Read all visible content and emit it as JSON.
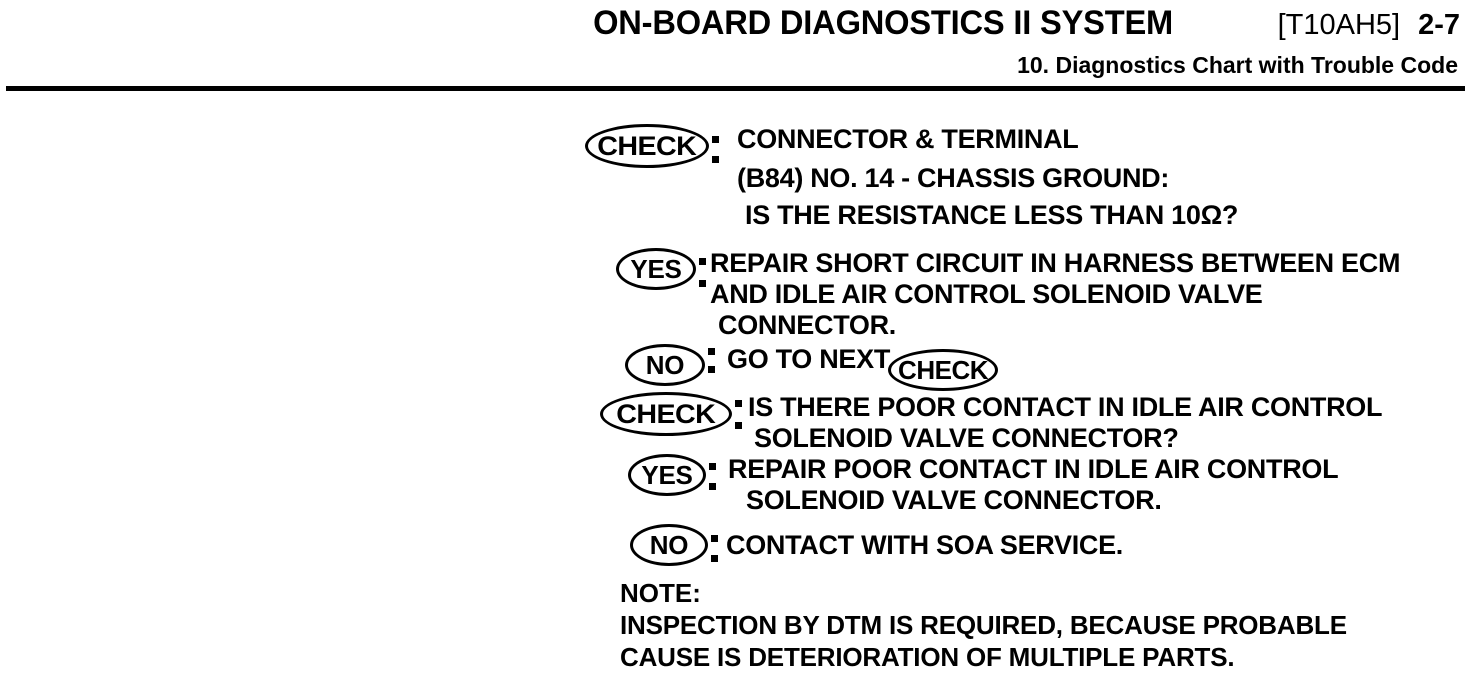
{
  "header": {
    "title": "ON-BOARD DIAGNOSTICS II SYSTEM",
    "code": "[T10AH5]",
    "page": "2-7",
    "subtitle": "10. Diagnostics Chart with Trouble Code",
    "rule_color": "#000000"
  },
  "flow": {
    "steps": [
      {
        "badge": "CHECK",
        "badge_type": "check",
        "lines": [
          "CONNECTOR & TERMINAL",
          "(B84) NO. 14 - CHASSIS GROUND:",
          "IS THE RESISTANCE LESS THAN 10Ω?"
        ]
      },
      {
        "badge": "YES",
        "badge_type": "yesno",
        "lines": [
          "REPAIR SHORT CIRCUIT IN HARNESS BETWEEN ECM",
          "AND IDLE AIR CONTROL SOLENOID VALVE",
          "CONNECTOR."
        ]
      },
      {
        "badge": "NO",
        "badge_type": "yesno",
        "lines": [
          "GO TO NEXT"
        ],
        "inline_badge": "CHECK"
      },
      {
        "badge": "CHECK",
        "badge_type": "check",
        "lines": [
          "IS THERE POOR CONTACT IN IDLE AIR CONTROL",
          "SOLENOID VALVE CONNECTOR?"
        ]
      },
      {
        "badge": "YES",
        "badge_type": "yesno",
        "lines": [
          "REPAIR POOR CONTACT IN IDLE AIR CONTROL",
          "SOLENOID VALVE CONNECTOR."
        ]
      },
      {
        "badge": "NO",
        "badge_type": "yesno",
        "lines": [
          "CONTACT WITH SOA SERVICE."
        ]
      }
    ]
  },
  "note": {
    "label": "NOTE:",
    "lines": [
      "INSPECTION BY DTM IS REQUIRED, BECAUSE PROBABLE",
      "CAUSE IS DETERIORATION OF MULTIPLE PARTS."
    ]
  }
}
